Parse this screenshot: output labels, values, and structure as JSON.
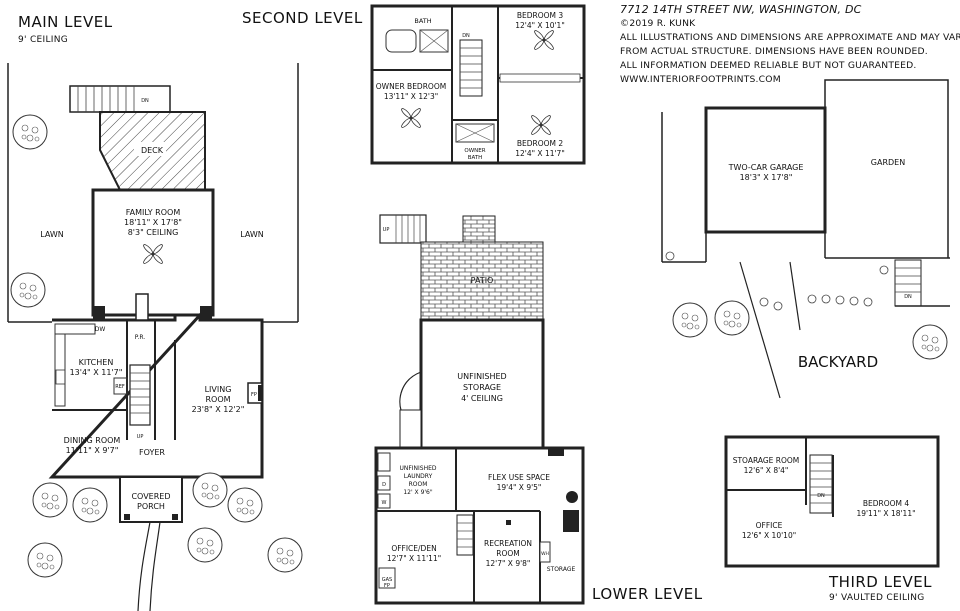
{
  "address": "7712 14TH STREET NW, WASHINGTON, DC",
  "disclaimer": [
    "©2019 R. KUNK",
    "ALL ILLUSTRATIONS AND DIMENSIONS ARE APPROXIMATE AND MAY VARY",
    "FROM ACTUAL STRUCTURE. DIMENSIONS HAVE BEEN ROUNDED.",
    "ALL INFORMATION DEEMED RELIABLE BUT NOT GUARANTEED.",
    "WWW.INTERIORFOOTPRINTS.COM"
  ],
  "levels": {
    "main": {
      "title": "MAIN LEVEL",
      "sub": "9' CEILING"
    },
    "second": {
      "title": "SECOND LEVEL"
    },
    "lower": {
      "title": "LOWER LEVEL"
    },
    "third": {
      "title": "THIRD LEVEL",
      "sub": "9' VAULTED CEILING"
    }
  },
  "main_rooms": {
    "deck": "DECK",
    "lawn_left": "LAWN",
    "lawn_right": "LAWN",
    "family": [
      "FAMILY ROOM",
      "18'11\" X 17'8\"",
      "8'3\" CEILING"
    ],
    "kitchen": [
      "KITCHEN",
      "13'4\" X 11'7\""
    ],
    "dining": [
      "DINING ROOM",
      "11'11\" X 9'7\""
    ],
    "living": [
      "LIVING",
      "ROOM",
      "23'8\" X 12'2\""
    ],
    "foyer": "FOYER",
    "porch": [
      "COVERED",
      "PORCH"
    ],
    "pr": "P.R.",
    "dw": "DW",
    "ref": "REF",
    "fp": "FP",
    "dn": "DN",
    "up": "UP"
  },
  "second_rooms": {
    "bath": "BATH",
    "bedroom3": [
      "BEDROOM 3",
      "12'4\" X 10'1\""
    ],
    "owner_bed": [
      "OWNER BEDROOM",
      "13'11\" X 12'3\""
    ],
    "bedroom2": [
      "BEDROOM 2",
      "12'4\" X 11'7\""
    ],
    "owner_bath": [
      "OWNER",
      "BATH"
    ],
    "dn": "DN"
  },
  "lower_rooms": {
    "patio": "PATIO",
    "storage": [
      "UNFINISHED",
      "STORAGE",
      "4' CEILING"
    ],
    "laundry": [
      "UNFINISHED",
      "LAUNDRY",
      "ROOM",
      "12' X 9'6\""
    ],
    "flex": [
      "FLEX USE SPACE",
      "19'4\" X 9'5\""
    ],
    "office": [
      "OFFICE/DEN",
      "12'7\" X 11'11\""
    ],
    "rec": [
      "RECREATION",
      "ROOM",
      "12'7\" X 9'8\""
    ],
    "storage2": "STORAGE",
    "gas": "GAS",
    "fp": "FP",
    "up": "UP",
    "wh": "WH",
    "d": "D",
    "w": "W"
  },
  "garage": {
    "garage": [
      "TWO-CAR GARAGE",
      "18'3\" X 17'8\""
    ],
    "garden": "GARDEN",
    "backyard": "BACKYARD",
    "dn": "DN"
  },
  "third_rooms": {
    "storage": [
      "STOARAGE ROOM",
      "12'6\" X 8'4\""
    ],
    "office": [
      "OFFICE",
      "12'6\" X 10'10\""
    ],
    "bedroom4": [
      "BEDROOM 4",
      "19'11\" X 18'11\""
    ],
    "dn": "DN"
  }
}
